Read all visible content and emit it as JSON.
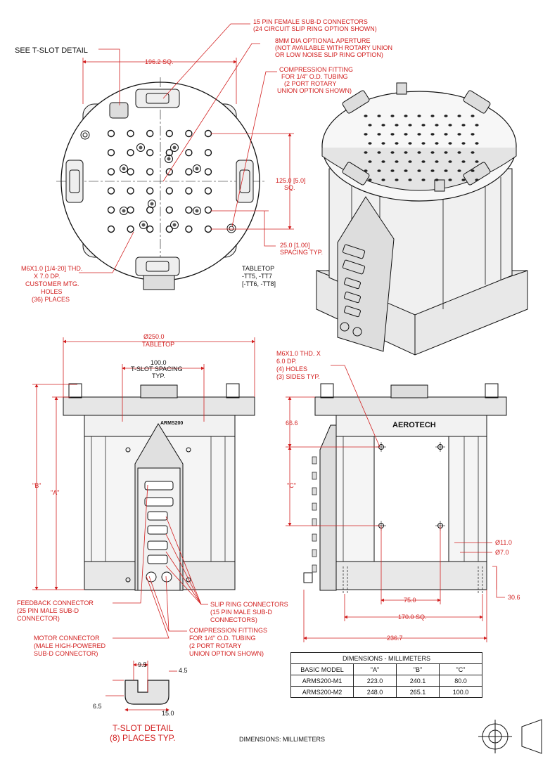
{
  "callouts": {
    "subd": [
      "15 PIN FEMALE SUB-D CONNECTORS",
      "(24 CIRCUIT SLIP RING OPTION SHOWN)"
    ],
    "aperture": [
      "8MM DIA OPTIONAL APERTURE",
      "(NOT AVAILABLE WITH ROTARY UNION",
      "OR LOW NOISE SLIP RING OPTION)"
    ],
    "fitting": [
      "COMPRESSION FITTING",
      "FOR 1/4\" O.D. TUBING",
      "(2 PORT ROTARY",
      "UNION OPTION SHOWN)"
    ],
    "see_tslot": "SEE T-SLOT DETAIL",
    "mtg_holes": [
      "M6X1.0 [1/4-20] THD.",
      "X 7.0 DP.",
      "CUSTOMER MTG.",
      "HOLES",
      "(36) PLACES"
    ],
    "tabletop": [
      "TABLETOP",
      "-TT5, -TT7",
      "[-TT6, -TT8]"
    ],
    "m6_holes": [
      "M6X1.0 THD. X",
      "6.0 DP.",
      "(4) HOLES",
      "(3) SIDES TYP."
    ],
    "feedback": [
      "FEEDBACK CONNECTOR",
      "(25 PIN MALE SUB-D",
      "CONNECTOR)"
    ],
    "motor": [
      "MOTOR CONNECTOR",
      "(MALE HIGH-POWERED",
      "SUB-D CONNECTOR)"
    ],
    "slipring": [
      "SLIP RING CONNECTORS",
      "(15 PIN MALE SUB-D",
      "CONNECTORS)"
    ],
    "fittings": [
      "COMPRESSION FITTINGS",
      "FOR 1/4\" O.D. TUBING",
      "(2 PORT ROTARY",
      "UNION OPTION SHOWN)"
    ],
    "tslot_title": [
      "T-SLOT DETAIL",
      "(8) PLACES TYP."
    ],
    "footer": "DIMENSIONS:  MILLIMETERS",
    "logo": "AEROTECH",
    "model_label": "ARMS200"
  },
  "dims": {
    "sq196": "196.2 SQ.",
    "sq125": [
      "125.0 [5.0]",
      "SQ."
    ],
    "spacing25": [
      "25.0 [1.00]",
      "SPACING TYP."
    ],
    "dia250": [
      "Ø250.0",
      "TABLETOP"
    ],
    "tslot100": [
      "100.0",
      "T-SLOT SPACING",
      "TYP."
    ],
    "B": "\"B\"",
    "A": "\"A\"",
    "C": "\"C\"",
    "d66": "66.6",
    "d11": "Ø11.0",
    "d7": "Ø7.0",
    "d306": "30.6",
    "d75": "75.0",
    "d170": "170.0 SQ.",
    "d2367": "236.7",
    "t95": "9.5",
    "t45": "4.5",
    "t65": "6.5",
    "t150": "15.0"
  },
  "table": {
    "title": "DIMENSIONS - MILLIMETERS",
    "headers": [
      "BASIC MODEL",
      "\"A\"",
      "\"B\"",
      "\"C\""
    ],
    "rows": [
      [
        "ARMS200-M1",
        "223.0",
        "240.1",
        "80.0"
      ],
      [
        "ARMS200-M2",
        "248.0",
        "265.1",
        "100.0"
      ]
    ]
  }
}
